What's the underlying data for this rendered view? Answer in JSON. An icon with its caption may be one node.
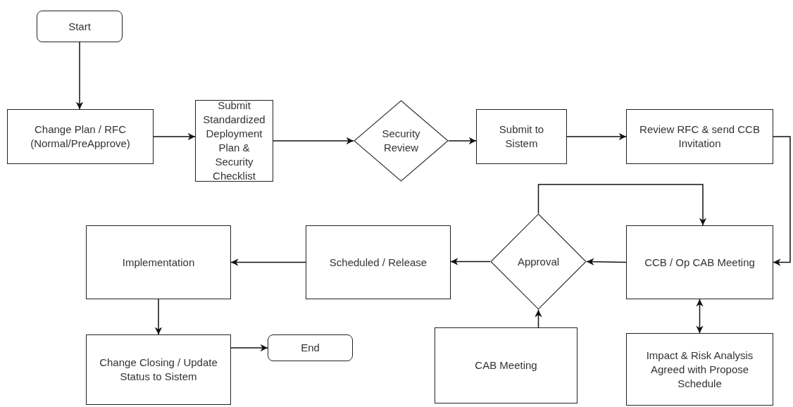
{
  "diagram": {
    "nodes": [
      {
        "text": [
          "Start"
        ]
      },
      {
        "text": [
          "Change Plan / RFC (Normal/PreApprove)"
        ]
      },
      {
        "text": [
          "Submit Standardized Deployment Plan & Security Checklist"
        ]
      },
      {
        "text": [
          "Security Review"
        ]
      },
      {
        "text": [
          "Submit to Sistem"
        ]
      },
      {
        "text": [
          "Review RFC & send CCB Invitation"
        ]
      },
      {
        "text": [
          "CCB / Op CAB Meeting"
        ]
      },
      {
        "text": [
          "Approval"
        ]
      },
      {
        "text": [
          "Scheduled / Release"
        ]
      },
      {
        "text": [
          "Implementation"
        ]
      },
      {
        "text": [
          "Change Closing / Update Status to Sistem"
        ]
      },
      {
        "text": [
          "End"
        ]
      },
      {
        "text": [
          "CAB Meeting"
        ]
      },
      {
        "text": [
          "Impact & Risk Analysis Agreed with Propose Schedule"
        ]
      }
    ],
    "edges": [
      {
        "from": 0,
        "to": 1,
        "arrow": "to"
      },
      {
        "from": 1,
        "to": 2,
        "arrow": "to"
      },
      {
        "from": 2,
        "to": 3,
        "arrow": "to"
      },
      {
        "from": 3,
        "to": 4,
        "arrow": "to"
      },
      {
        "from": 4,
        "to": 5,
        "arrow": "to"
      },
      {
        "from": 5,
        "to": 6,
        "arrow": "to"
      },
      {
        "from": 6,
        "to": 7,
        "arrow": "to"
      },
      {
        "from": 7,
        "to": 6,
        "arrow": "to"
      },
      {
        "from": 7,
        "to": 8,
        "arrow": "to"
      },
      {
        "from": 8,
        "to": 9,
        "arrow": "to"
      },
      {
        "from": 9,
        "to": 10,
        "arrow": "to"
      },
      {
        "from": 10,
        "to": 11,
        "arrow": "to"
      },
      {
        "from": 12,
        "to": 7,
        "arrow": "to"
      },
      {
        "from": 6,
        "to": 13,
        "arrow": "both"
      }
    ]
  }
}
